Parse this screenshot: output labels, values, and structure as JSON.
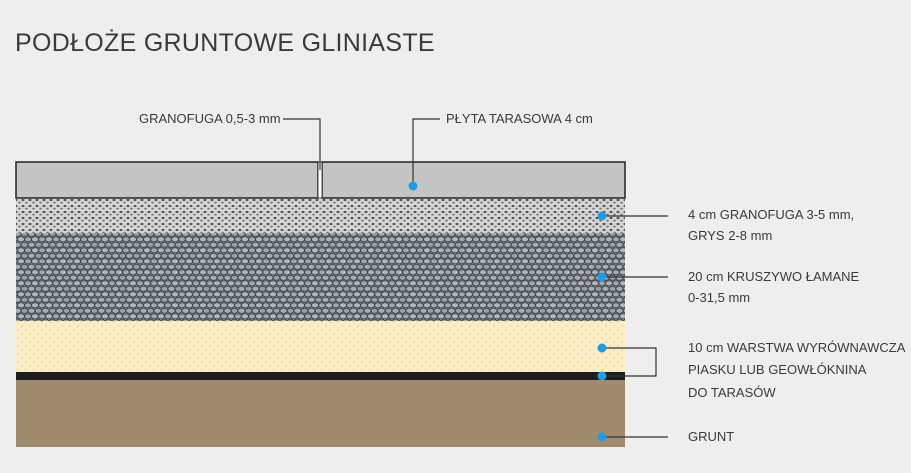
{
  "title": "PODŁOŻE GRUNTOWE GLINIASTE",
  "labels": {
    "joint": "GRANOFUGA 0,5-3 mm",
    "slab": "PŁYTA TARASOWA 4 cm",
    "bedding_line1": "4 cm GRANOFUGA 3-5 mm,",
    "bedding_line2": "GRYS 2-8 mm",
    "aggregate_line1": "20 cm KRUSZYWO ŁAMANE",
    "aggregate_line2": "0-31,5 mm",
    "sand_line1": "10 cm WARSTWA WYRÓWNAWCZA",
    "sand_line2": "PIASKU LUB GEOWŁÓKNINA",
    "sand_line3": "DO TARASÓW",
    "soil": "GRUNT"
  },
  "colors": {
    "slab": "#c4c4c4",
    "bedding": "#d6d6d6",
    "aggregate": "#8a8f95",
    "sand": "#fbeec4",
    "membrane": "#1c1c1c",
    "soil": "#a08b6e",
    "marker": "#1e9ee0",
    "leader": "#333333"
  }
}
